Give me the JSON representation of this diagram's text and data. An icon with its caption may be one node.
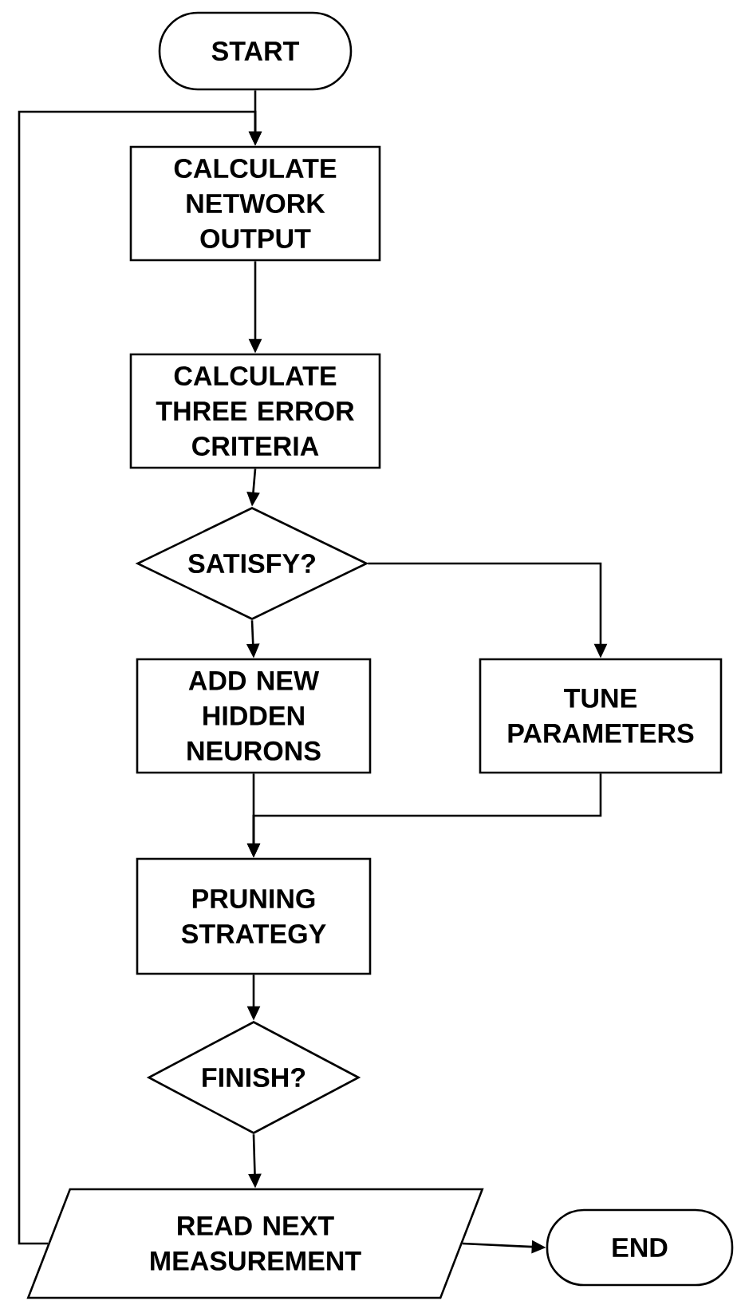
{
  "diagram": {
    "nodes": [
      {
        "text": [
          "START"
        ]
      },
      {
        "text": [
          "CALCULATE NETWORK OUTPUT"
        ]
      },
      {
        "text": [
          "CALCULATE THREE ERROR CRITERIA"
        ]
      },
      {
        "text": [
          "SATISFY?"
        ]
      },
      {
        "text": [
          "ADD NEW HIDDEN NEURONS"
        ]
      },
      {
        "text": [
          "TUNE PARAMETERS"
        ]
      },
      {
        "text": [
          "PRUNING STRATEGY"
        ]
      },
      {
        "text": [
          "FINISH?"
        ]
      },
      {
        "text": [
          "READ NEXT MEASUREMENT"
        ]
      },
      {
        "text": [
          "END"
        ]
      }
    ],
    "edges": [
      {
        "from": 0,
        "to": 1,
        "arrow": "to"
      },
      {
        "from": 1,
        "to": 2,
        "arrow": "to"
      },
      {
        "from": 2,
        "to": 3,
        "arrow": "to"
      },
      {
        "from": 3,
        "to": 4,
        "arrow": "to"
      },
      {
        "from": 3,
        "to": 5,
        "arrow": "to"
      },
      {
        "from": 4,
        "to": 6,
        "arrow": "to"
      },
      {
        "from": 5,
        "to": 6,
        "arrow": "to"
      },
      {
        "from": 6,
        "to": 7,
        "arrow": "to"
      },
      {
        "from": 7,
        "to": 8,
        "arrow": "to"
      },
      {
        "from": 8,
        "to": 1,
        "arrow": "to"
      },
      {
        "from": 8,
        "to": 9,
        "arrow": "to"
      }
    ]
  }
}
